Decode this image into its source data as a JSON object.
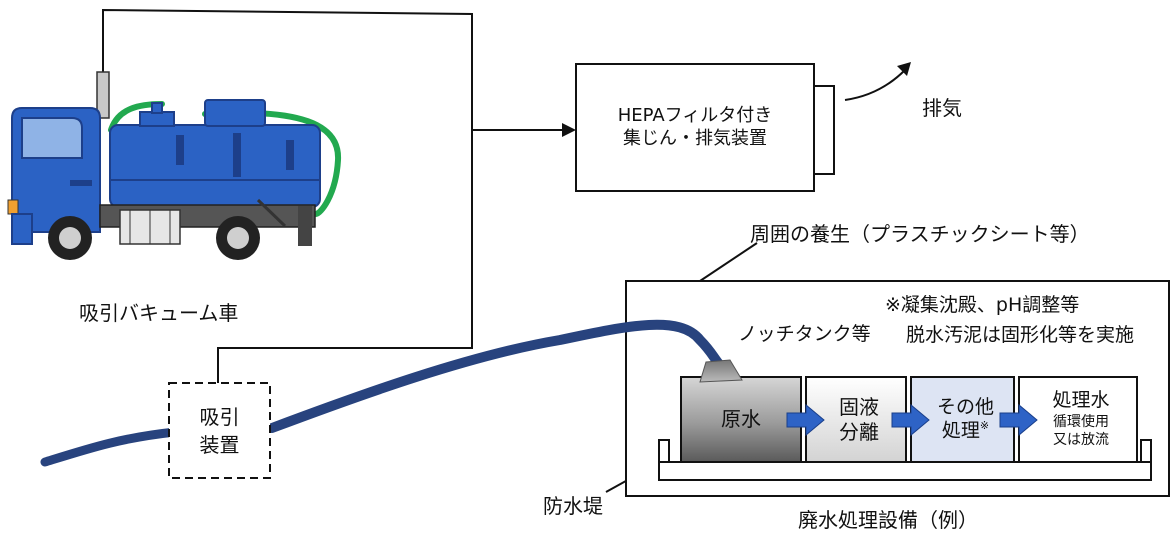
{
  "labels": {
    "vacuum_truck": "吸引バキューム車",
    "hepa_line1": "HEPAフィルタ付き",
    "hepa_line2": "集じん・排気装置",
    "exhaust": "排気",
    "suction_line1": "吸引",
    "suction_line2": "装置",
    "curing": "周囲の養生（プラスチックシート等）",
    "note_line1": "※凝集沈殿、pH調整等",
    "note_line2": "脱水汚泥は固形化等を実施",
    "notch_tank": "ノッチタンク等",
    "raw_water": "原水",
    "solid_liquid_line1": "固液",
    "solid_liquid_line2": "分離",
    "other_line1": "その他",
    "other_line2": "処理",
    "other_mark": "※",
    "treated_title": "処理水",
    "treated_line1": "循環使用",
    "treated_line2": "又は放流",
    "levee": "防水堤",
    "facility": "廃水処理設備（例）"
  },
  "colors": {
    "truck_blue": "#2b62c4",
    "truck_dark": "#1d3f8a",
    "hose_navy": "#28437e",
    "green_hose": "#22a94f",
    "arrow_blue": "#2e63c6",
    "other_fill": "#dde4f3",
    "line": "#111111"
  }
}
